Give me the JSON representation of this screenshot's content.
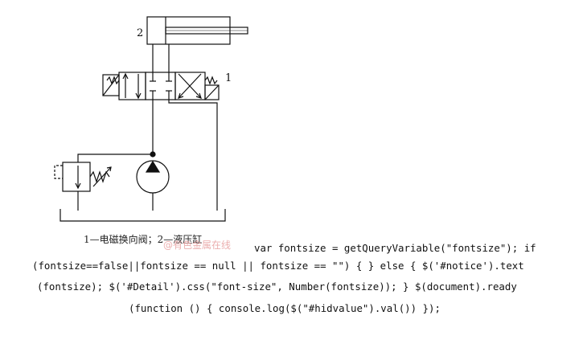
{
  "diagram": {
    "label_cylinder": "2",
    "label_valve": "1",
    "caption": "1—电磁换向阀；2—液压缸"
  },
  "watermark": "@有色金属在线",
  "code_lines": [
    "var fontsize = getQueryVariable(\"fontsize\"); if",
    "(fontsize==false||fontsize == null || fontsize == \"\") { } else { $('#notice').text",
    "(fontsize); $('#Detail').css(\"font-size\", Number(fontsize)); } $(document).ready",
    "(function () { console.log($(\"#hidvalue\").val()) });"
  ]
}
